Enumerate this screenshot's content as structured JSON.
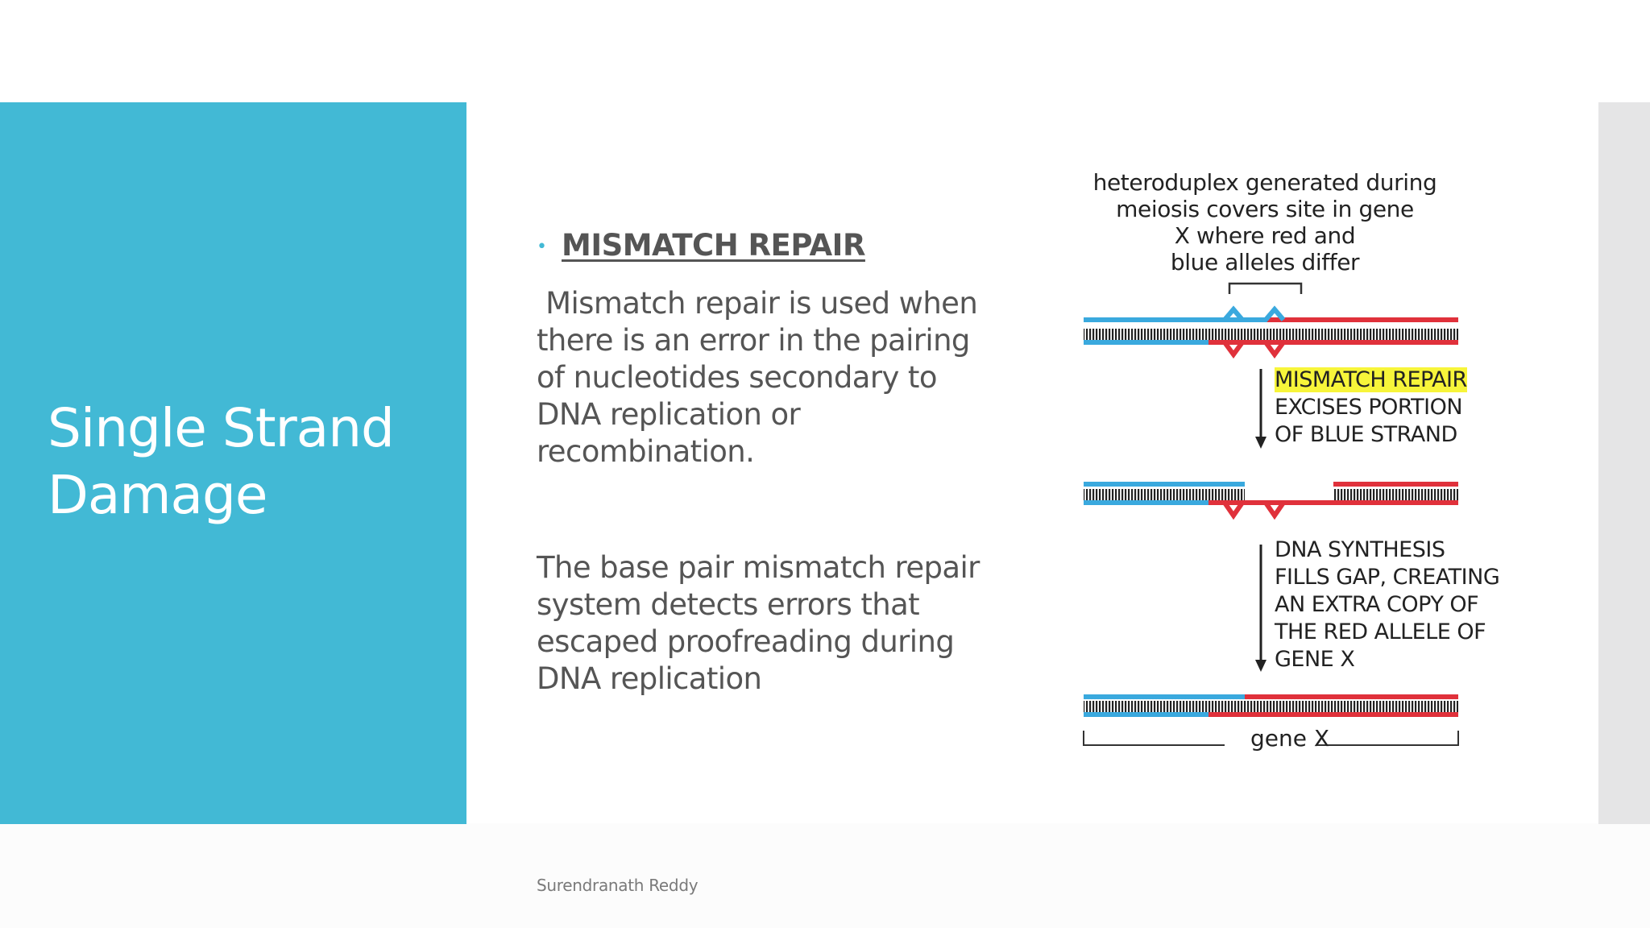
{
  "slide": {
    "title": "Single Strand Damage",
    "heading": "MISMATCH REPAIR",
    "paragraph_1": " Mismatch repair is used when there is an error in the pairing of nucleotides secondary to DNA replication or recombination.",
    "paragraph_2": "The base pair mismatch repair system detects errors that escaped proofreading during DNA replication",
    "footer": "Surendranath Reddy",
    "colors": {
      "accent": "#42b9d5",
      "body_text": "#555555",
      "side_strip": "#e5e5e6"
    }
  },
  "diagram": {
    "top_caption_lines": [
      "heteroduplex generated during",
      "meiosis covers site in gene",
      "X where red and",
      "blue alleles differ"
    ],
    "step_1_highlight": "MISMATCH REPAIR",
    "step_1_lines": [
      "EXCISES PORTION",
      "OF BLUE STRAND"
    ],
    "step_2_lines": [
      "DNA SYNTHESIS",
      "FILLS GAP, CREATING",
      "AN EXTRA COPY OF",
      "THE RED ALLELE OF",
      "GENE X"
    ],
    "gene_label": "gene X",
    "colors": {
      "blue_strand": "#3aa9de",
      "red_strand": "#e0313b",
      "highlight": "#f7f53a"
    }
  }
}
